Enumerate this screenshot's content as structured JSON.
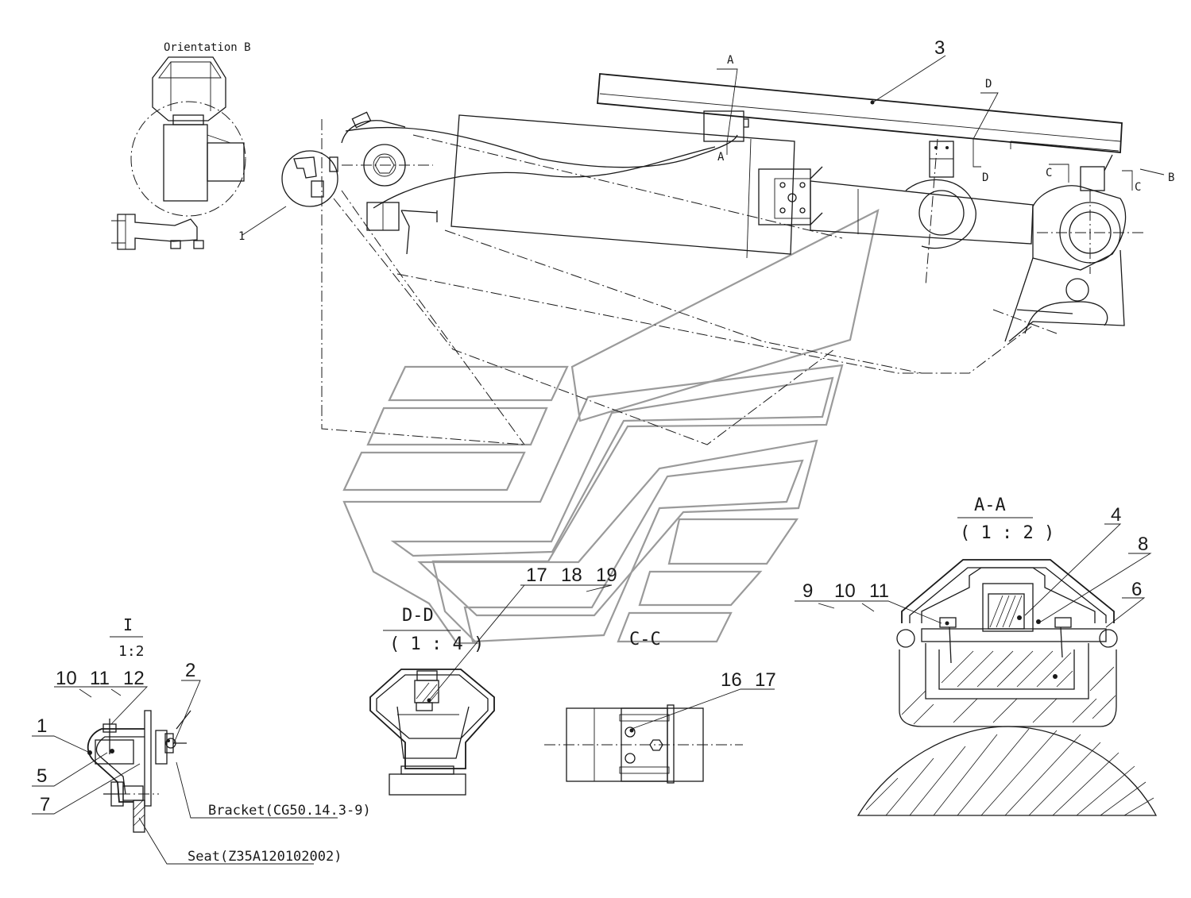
{
  "views": {
    "orientation_b": "Orientation B",
    "section_aa_title": "A-A",
    "section_aa_scale": "( 1 : 2 )",
    "section_dd_title": "D-D",
    "section_dd_scale": "( 1 : 4 )",
    "section_cc_title": "C-C",
    "detail_i_title": "I",
    "detail_i_scale": "1:2"
  },
  "section_marks": {
    "a_top": "A",
    "a_bottom": "A",
    "d_top": "D",
    "d_bottom": "D",
    "c_left": "C",
    "c_right": "C",
    "b": "B"
  },
  "balloons": {
    "main_3": "3",
    "main_1": "1",
    "dd_17": "17",
    "dd_18": "18",
    "dd_19": "19",
    "cc_16": "16",
    "cc_17": "17",
    "aa_4": "4",
    "aa_8": "8",
    "aa_6": "6",
    "aa_9": "9",
    "aa_10": "10",
    "aa_11": "11",
    "det_10": "10",
    "det_11": "11",
    "det_12": "12",
    "det_2": "2",
    "det_1": "1",
    "det_5": "5",
    "det_7": "7"
  },
  "callouts": {
    "bracket": "Bracket(CG50.14.3-9)",
    "seat": "Seat(Z35A120102002)"
  },
  "colors": {
    "line": "#1a1a1a",
    "watermark": "#9a9a9a",
    "background": "#ffffff"
  }
}
